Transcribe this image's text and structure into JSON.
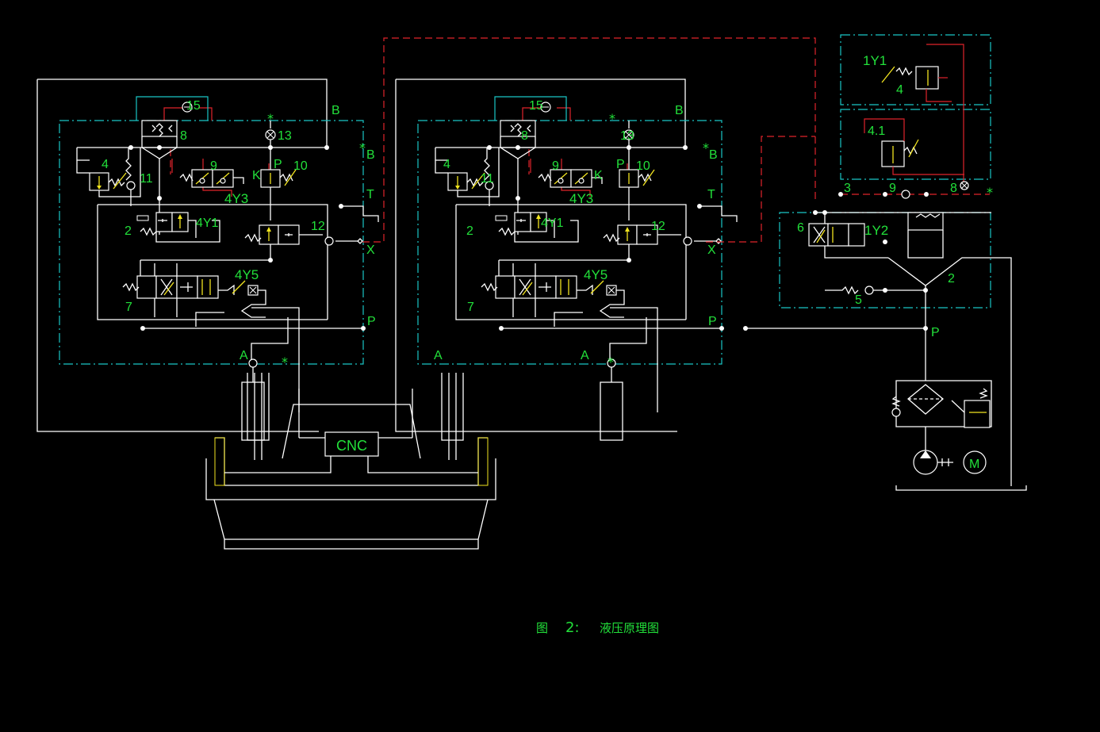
{
  "caption": {
    "fig": "图",
    "num": "2:",
    "title": "液压原理图"
  },
  "cnc_label": "CNC",
  "labels": {
    "l15": "15",
    "l8": "8",
    "lB_top": "B",
    "l13": "13",
    "lB_side": "B",
    "l4": "4",
    "l11": "11",
    "l9": "9",
    "l10": "10",
    "lK": "K",
    "lP": "P",
    "l4Y3": "4Y3",
    "lT": "T",
    "l2": "2",
    "l4Y1": "4Y1",
    "l12": "12",
    "lX": "X",
    "l4Y5": "4Y5",
    "l7": "7",
    "lP_bottom": "P",
    "lA": "A"
  },
  "right_labels": {
    "l1Y1": "1Y1",
    "l4": "4",
    "l41": "4.1",
    "l3": "3",
    "l9": "9",
    "l8": "8",
    "l6": "6",
    "l1Y2": "1Y2",
    "l2": "2",
    "l5": "5",
    "lP": "P",
    "lM": "M"
  },
  "colors": {
    "background": "#000000",
    "line": "#ffffff",
    "boundary": "#19c6c6",
    "pilot": "#e0232b",
    "symbol": "#f2e520",
    "label": "#22e03a"
  }
}
